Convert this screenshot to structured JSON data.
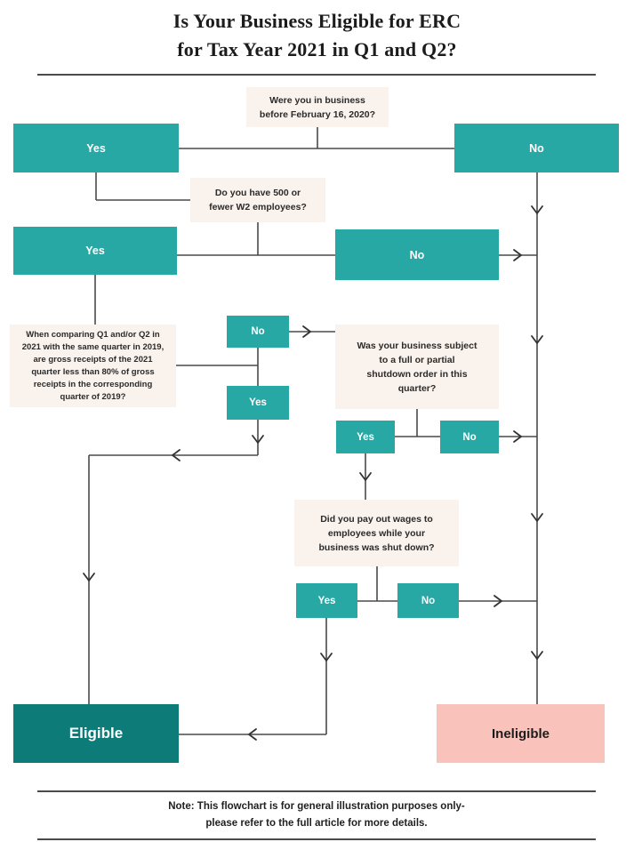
{
  "title": {
    "line1": "Is Your Business Eligible for ERC",
    "line2": "for Tax Year 2021 in Q1 and Q2?"
  },
  "footer": {
    "line1": "Note: This flowchart is for general illustration purposes only-",
    "line2": "please refer to the full article for more details."
  },
  "colors": {
    "answer_teal": "#28a8a4",
    "question_cream": "#f9f2ed",
    "eligible_teal": "#0d7b77",
    "ineligible_pink": "#f9c2ba",
    "connector_gray": "#4a4a4a",
    "text_dark": "#1c1c1c"
  },
  "chart_data": {
    "type": "diagram",
    "title": "Is Your Business Eligible for ERC for Tax Year 2021 in Q1 and Q2?",
    "nodes": [
      {
        "id": "q1",
        "kind": "question",
        "label": "Were you in business before February 16, 2020?"
      },
      {
        "id": "q1_yes",
        "kind": "answer",
        "label": "Yes"
      },
      {
        "id": "q1_no",
        "kind": "answer",
        "label": "No"
      },
      {
        "id": "q2",
        "kind": "question",
        "label": "Do you have 500 or fewer W2 employees?"
      },
      {
        "id": "q2_yes",
        "kind": "answer",
        "label": "Yes"
      },
      {
        "id": "q2_no",
        "kind": "answer",
        "label": "No"
      },
      {
        "id": "q3",
        "kind": "question",
        "label": "When comparing Q1 and/or Q2 in 2021 with the same quarter in 2019, are gross receipts of the 2021 quarter less than 80% of gross receipts in the corresponding quarter of 2019?"
      },
      {
        "id": "q3_no",
        "kind": "answer",
        "label": "No"
      },
      {
        "id": "q3_yes",
        "kind": "answer",
        "label": "Yes"
      },
      {
        "id": "q4",
        "kind": "question",
        "label": "Was your business subject to a full or partial shutdown order in this quarter?"
      },
      {
        "id": "q4_yes",
        "kind": "answer",
        "label": "Yes"
      },
      {
        "id": "q4_no",
        "kind": "answer",
        "label": "No"
      },
      {
        "id": "q5",
        "kind": "question",
        "label": "Did you pay out wages to employees while your business was shut down?"
      },
      {
        "id": "q5_yes",
        "kind": "answer",
        "label": "Yes"
      },
      {
        "id": "q5_no",
        "kind": "answer",
        "label": "No"
      },
      {
        "id": "eligible",
        "kind": "result",
        "label": "Eligible"
      },
      {
        "id": "ineligible",
        "kind": "result",
        "label": "Ineligible"
      }
    ],
    "edges": [
      {
        "from": "q1",
        "to": "q1_yes"
      },
      {
        "from": "q1",
        "to": "q1_no"
      },
      {
        "from": "q1_yes",
        "to": "q2"
      },
      {
        "from": "q1_no",
        "to": "ineligible"
      },
      {
        "from": "q2",
        "to": "q2_yes"
      },
      {
        "from": "q2",
        "to": "q2_no"
      },
      {
        "from": "q2_no",
        "to": "ineligible"
      },
      {
        "from": "q2_yes",
        "to": "q3"
      },
      {
        "from": "q3",
        "to": "q3_no"
      },
      {
        "from": "q3",
        "to": "q3_yes"
      },
      {
        "from": "q3_no",
        "to": "q4"
      },
      {
        "from": "q3_yes",
        "to": "eligible"
      },
      {
        "from": "q4",
        "to": "q4_yes"
      },
      {
        "from": "q4",
        "to": "q4_no"
      },
      {
        "from": "q4_no",
        "to": "ineligible"
      },
      {
        "from": "q4_yes",
        "to": "q5"
      },
      {
        "from": "q5",
        "to": "q5_yes"
      },
      {
        "from": "q5",
        "to": "q5_no"
      },
      {
        "from": "q5_no",
        "to": "ineligible"
      },
      {
        "from": "q5_yes",
        "to": "eligible"
      }
    ]
  },
  "flow": {
    "q1": {
      "text_line1": "Were you in business",
      "text_line2": "before February 16, 2020?",
      "yes": "Yes",
      "no": "No"
    },
    "q2": {
      "text_line1": "Do you have 500 or",
      "text_line2": "fewer W2 employees?",
      "yes": "Yes",
      "no": "No"
    },
    "q3": {
      "text_line1": "When comparing Q1 and/or Q2 in",
      "text_line2": "2021 with the same quarter in 2019,",
      "text_line3": "are gross receipts of the 2021",
      "text_line4": "quarter less than 80% of gross",
      "text_line5": "receipts in the corresponding",
      "text_line6": "quarter of 2019?",
      "no": "No",
      "yes": "Yes"
    },
    "q4": {
      "text_line1": "Was your business subject",
      "text_line2": "to a full or partial",
      "text_line3": "shutdown order in this",
      "text_line4": "quarter?",
      "yes": "Yes",
      "no": "No"
    },
    "q5": {
      "text_line1": "Did you pay out wages to",
      "text_line2": "employees while your",
      "text_line3": "business was shut down?",
      "yes": "Yes",
      "no": "No"
    },
    "results": {
      "eligible": "Eligible",
      "ineligible": "Ineligible"
    }
  }
}
